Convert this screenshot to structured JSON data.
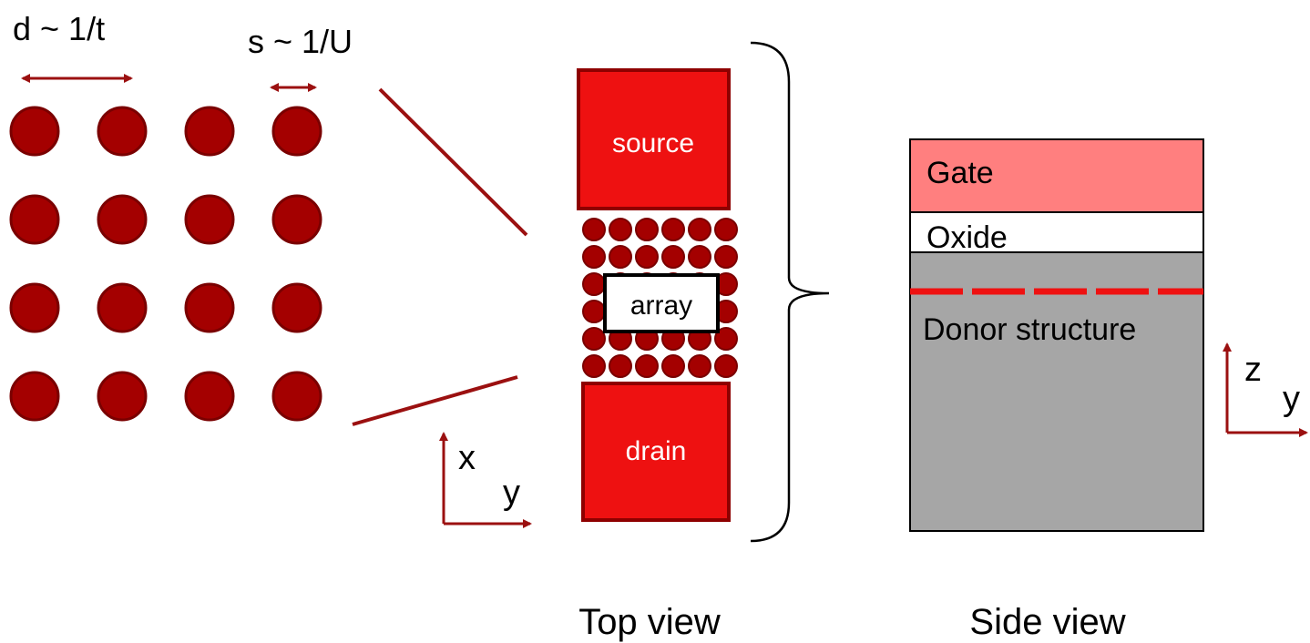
{
  "labels": {
    "hopping": "d ~ 1/t",
    "size": "s ~ 1/U",
    "source": "source",
    "drain": "drain",
    "array": "array",
    "axis_top_x": "x",
    "axis_top_y": "y",
    "gate": "Gate",
    "oxide": "Oxide",
    "donor": "Donor structure",
    "axis_side_z": "z",
    "axis_side_y": "y",
    "top_view": "Top view",
    "side_view": "Side view"
  },
  "colors": {
    "dot_fill": "#a40000",
    "dot_stroke": "#7a0000",
    "arrow": "#9b1010",
    "electrode_fill": "#ee1111",
    "electrode_stroke": "#8e0000",
    "gate_fill": "#ff7f7f",
    "oxide_fill": "#ffffff",
    "substrate_fill": "#a6a6a6",
    "donor_layer": "#ee1111",
    "outline": "#000000"
  },
  "lattice": {
    "rows": 4,
    "cols": 4
  },
  "array_dots": {
    "rows": 6,
    "cols": 6
  }
}
